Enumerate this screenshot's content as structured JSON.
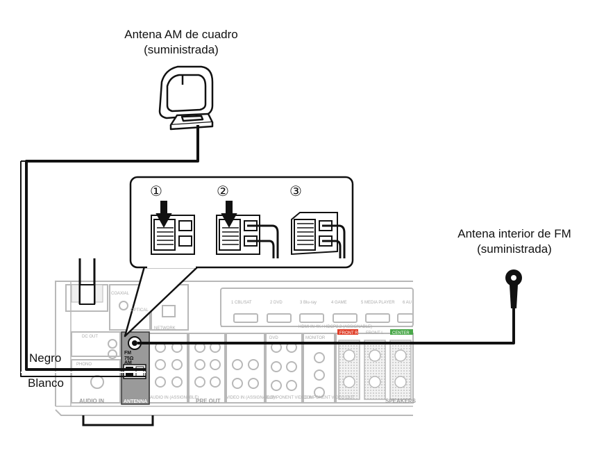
{
  "labels": {
    "am_antenna_line1": "Antena AM de cuadro",
    "am_antenna_line2": "(suministrada)",
    "fm_antenna_line1": "Antena interior de FM",
    "fm_antenna_line2": "(suministrada)",
    "wire_black": "Negro",
    "wire_white": "Blanco"
  },
  "steps": [
    "①",
    "②",
    "③"
  ],
  "panel": {
    "antenna_section": "ANTENNA",
    "fm_label": "FM",
    "fm_impedance": "75Ω",
    "am_label": "AM",
    "audio_in": "AUDIO IN",
    "pre_out": "PRE OUT",
    "speakers": "SPEAKERS",
    "dc_out": "DC OUT",
    "network": "NETWORK",
    "phono": "PHONO",
    "coaxial": "COAXIAL",
    "optical": "OPTICAL",
    "monitor": "MONITOR",
    "dvd": "DVD",
    "hdmi_header": "HDMI IN  4K / HDCP2.3 (ASSIGNABLE)",
    "hdmi_inputs": [
      "1 CBL/SAT",
      "2 DVD",
      "3 Blu-ray",
      "4 GAME",
      "5 MEDIA PLAYER",
      "6 AU"
    ],
    "front_r": "FRONT R",
    "front_l": "FRONT L",
    "center": "CENTER",
    "component_video_in": "COMPONENT VIDEO IN",
    "component_video_out": "COMPONENT VIDEO OUT",
    "video_in": "VIDEO IN (ASSIGNABLE)",
    "audio_in_assignable": "AUDIO IN (ASSIGNABLE)"
  },
  "colors": {
    "line": "#111111",
    "panel_outline": "#b8b8b8",
    "panel_fill": "#e6e6e6",
    "antenna_block": "#9a9a9a",
    "front_badge": "#e0402a",
    "center_badge": "#4aa84a"
  }
}
